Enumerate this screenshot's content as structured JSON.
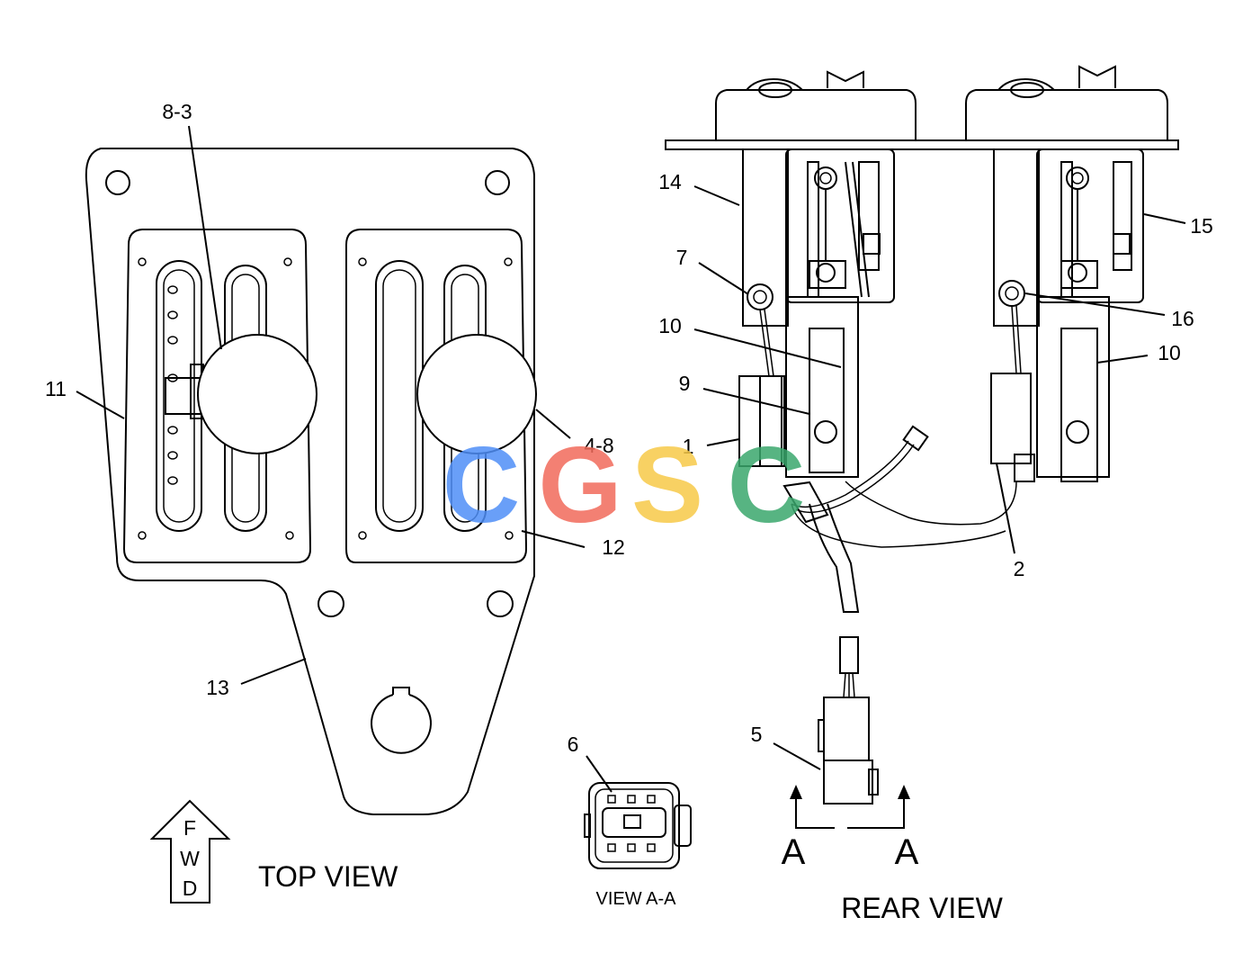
{
  "labels": {
    "top_view": "TOP VIEW",
    "rear_view": "REAR VIEW",
    "view_aa": "VIEW A-A",
    "section_left": "A",
    "section_right": "A",
    "fwd_f": "F",
    "fwd_w": "W",
    "fwd_d": "D"
  },
  "callouts": {
    "c8_3": "8-3",
    "c11": "11",
    "c4_8": "4-8",
    "c12": "12",
    "c13": "13",
    "c14": "14",
    "c7": "7",
    "c10a": "10",
    "c9": "9",
    "c1": "1",
    "c15": "15",
    "c16": "16",
    "c10b": "10",
    "c2": "2",
    "c5": "5",
    "c6": "6"
  },
  "watermark": {
    "letters": [
      "C",
      "G",
      "S",
      "C"
    ],
    "colors": [
      "#4f8ff7",
      "#f26b5b",
      "#f7c948",
      "#3aa76d"
    ]
  }
}
